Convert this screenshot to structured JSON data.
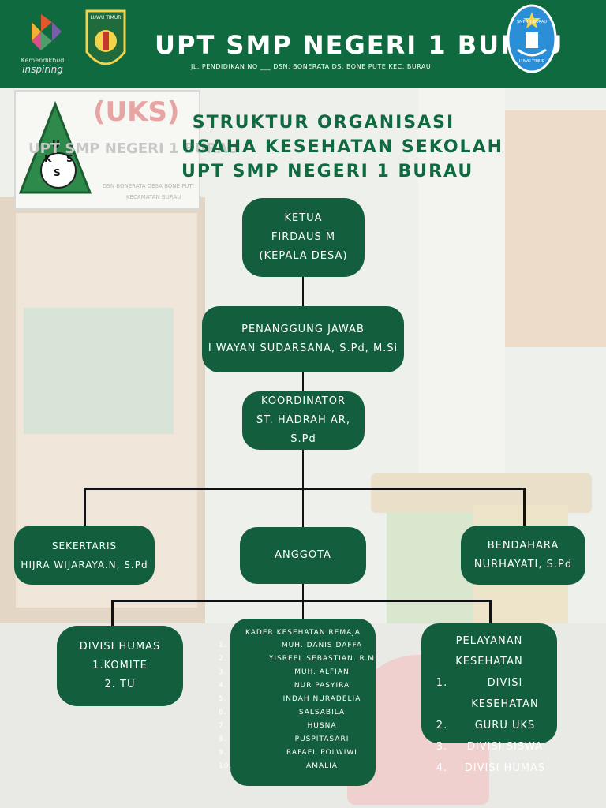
{
  "header": {
    "title": "UPT SMP NEGERI 1 BURAU",
    "address": "JL. PENDIDIKAN NO ___ DSN. BONERATA DS. BONE PUTE KEC. BURAU",
    "logo_left_text_1": "Kemendikbud",
    "logo_left_text_2": "inspiring",
    "logo_mid_text": "LUWU TIMUR",
    "logo_right_top": "SMPN 1 BURAU",
    "logo_right_bottom": "LUWU TIMUR"
  },
  "background_sign": {
    "uks_label": "(UKS)",
    "school_line": "UPT SMP NEGERI 1 BURAU",
    "small_line_1": "DSN BONERATA DESA BONE PUTI",
    "small_line_2": "KECAMATAN BURAU",
    "triangle_letters": [
      "U",
      "K",
      "S",
      "S"
    ]
  },
  "title": {
    "line1": "STRUKTUR ORGANISASI",
    "line2": "USAHA KESEHATAN SEKOLAH",
    "line3": "UPT SMP NEGERI 1 BURAU"
  },
  "org": {
    "ketua": {
      "role": "KETUA",
      "name": "FIRDAUS M",
      "note": "(KEPALA DESA)"
    },
    "penanggung_jawab": {
      "role": "PENANGGUNG JAWAB",
      "name": "I WAYAN SUDARSANA, S.Pd, M.Si"
    },
    "koordinator": {
      "role": "KOORDINATOR",
      "name": "ST. HADRAH AR, S.Pd"
    },
    "sekertaris": {
      "role": "SEKERTARIS",
      "name": "HIJRA WIJARAYA.N, S.Pd"
    },
    "anggota": {
      "role": "ANGGOTA"
    },
    "bendahara": {
      "role": "BENDAHARA",
      "name": "NURHAYATI, S.Pd"
    },
    "divisi_humas": {
      "title": "DIVISI HUMAS",
      "items": [
        "1.KOMITE",
        "2. TU"
      ]
    },
    "kader": {
      "title": "KADER KESEHATAN REMAJA",
      "items": [
        {
          "no": "1.",
          "name": "MUH. DANIS DAFFA"
        },
        {
          "no": "2.",
          "name": "YISREEL SEBASTIAN. R.M"
        },
        {
          "no": "3.",
          "name": "MUH. ALFIAN"
        },
        {
          "no": "4.",
          "name": "NUR PASYIRA"
        },
        {
          "no": "5.",
          "name": "INDAH NURADELIA"
        },
        {
          "no": "6.",
          "name": "SALSABILA"
        },
        {
          "no": "7.",
          "name": "HUSNA"
        },
        {
          "no": "8.",
          "name": "PUSPITASARI"
        },
        {
          "no": "9.",
          "name": "RAFAEL POLWIWI"
        },
        {
          "no": "10.",
          "name": "AMALIA"
        }
      ]
    },
    "pelayanan": {
      "title": "PELAYANAN KESEHATAN",
      "items": [
        {
          "no": "1.",
          "name": "DIVISI KESEHATAN"
        },
        {
          "no": "2.",
          "name": "GURU UKS"
        },
        {
          "no": "3.",
          "name": "DIVISI SISWA"
        },
        {
          "no": "4.",
          "name": "DIVISI HUMAS"
        }
      ]
    }
  },
  "colors": {
    "primary_green": "#0f6a3f",
    "box_green": "#135e3c",
    "connector": "#111111"
  }
}
